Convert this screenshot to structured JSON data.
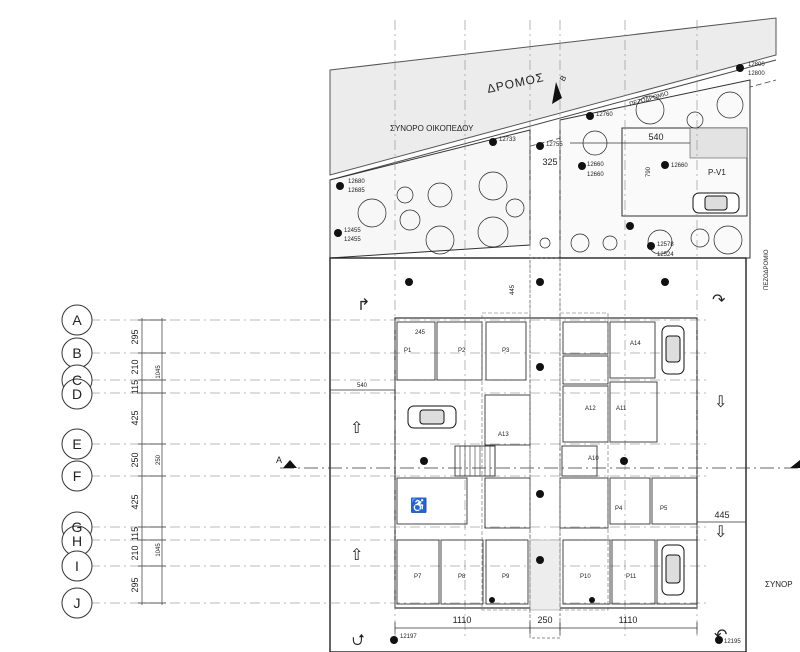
{
  "labels": {
    "road": "ΔΡΟΜΟΣ",
    "section_b": "B",
    "section_a": "A",
    "pavement_top": "ΠΕΖΟΔΡΟΜΙΟ",
    "pavement_right": "ΠΕΖΟΔΡΟΜΙΟ",
    "plot_boundary": "ΣΥΝΟΡΟ ΟΙΚΟΠΕΔΟΥ",
    "plot_boundary_right": "ΣΥΝΟΡ",
    "parking_v1": "P-V1"
  },
  "grid_axes": [
    "A",
    "B",
    "C",
    "D",
    "E",
    "F",
    "G",
    "H",
    "I",
    "J"
  ],
  "vertical_dims": [
    "295",
    "210",
    "115",
    "425",
    "250",
    "425",
    "115",
    "210",
    "295"
  ],
  "vertical_totals": [
    "1045",
    "250",
    "1045"
  ],
  "horizontal_dims": {
    "left": "1110",
    "middle": "250",
    "right": "1110",
    "right_offset": "445",
    "left_offset": "540",
    "top_540": "540",
    "dim_325": "325",
    "dim_790": "790",
    "dim_245": "245",
    "dim_445v": "445"
  },
  "levels": {
    "l1": "12800",
    "l2": "12800",
    "l3": "12760",
    "l4": "12733",
    "l5": "12755",
    "l6": "12680",
    "l7": "12685",
    "l8": "12660",
    "l9": "12660",
    "l10": "12660",
    "l11": "12455",
    "l12": "12455",
    "l13": "12578",
    "l14": "12524",
    "l15": "12197",
    "l16": "12195"
  },
  "rooms": {
    "p1": "P1",
    "p2": "P2",
    "p3": "P3",
    "p4": "P4",
    "p5": "P5",
    "p7": "P7",
    "p8": "P8",
    "p9": "P9",
    "p10": "P10",
    "p11": "P11",
    "a10": "A10",
    "a11": "A11",
    "a12": "A12",
    "a13": "A13",
    "a14": "A14"
  }
}
